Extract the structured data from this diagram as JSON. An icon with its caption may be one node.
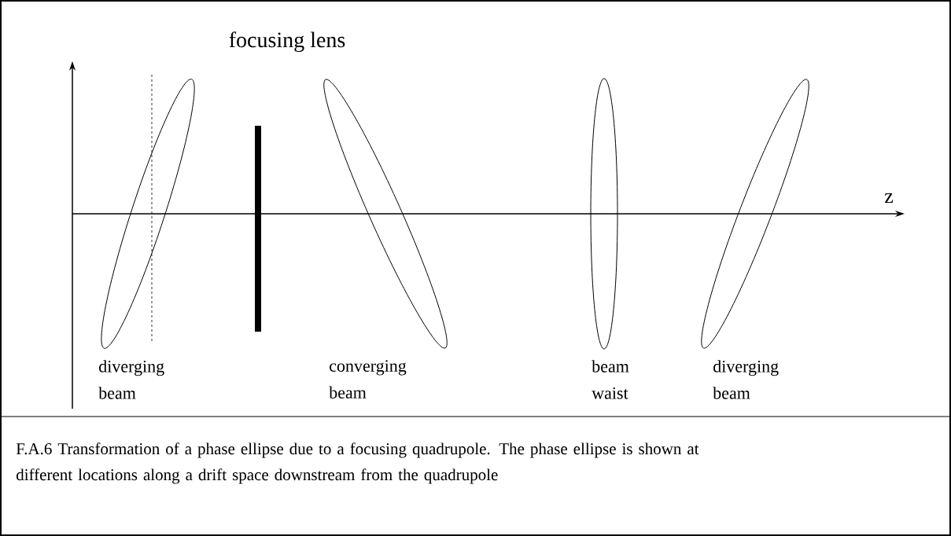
{
  "diagram": {
    "caption": "F.A.6 Transformation of a phase ellipse due to a focusing quadrupole. The phase ellipse is shown at different locations along a drift space downstream from the quadrupole",
    "nodes": [
      {
        "text": [],
        "shape": "ellipse",
        "beside": [
          "diverging beam"
        ]
      },
      {
        "text": [],
        "shape": "bar"
      },
      {
        "text": [],
        "shape": "ellipse",
        "beside": [
          "converging beam"
        ]
      },
      {
        "text": [],
        "shape": "ellipse",
        "beside": [
          "beam waist"
        ]
      },
      {
        "text": [],
        "shape": "ellipse",
        "beside": [
          "diverging beam"
        ]
      }
    ],
    "labels": [
      "focusing lens",
      "z"
    ]
  }
}
